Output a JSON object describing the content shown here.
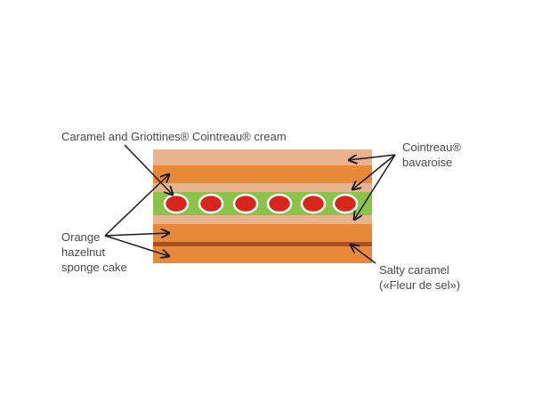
{
  "diagram": {
    "labels": {
      "caramel_cream": "Caramel and Griottines® Cointreau® cream",
      "bavaroise": [
        "Cointreau®",
        "bavaroise"
      ],
      "sponge": [
        "Orange",
        "hazelnut",
        "sponge cake"
      ],
      "salty_caramel": [
        "Salty caramel",
        "(«Fleur de sel»)"
      ]
    },
    "colors": {
      "bavaroise": "#e8b48f",
      "sponge": "#e8893a",
      "cream_layer": "#8bc34a",
      "cherry": "#d9261c",
      "salty_caramel": "#a9501f",
      "text": "#4a4a4a",
      "arrow": "#1a1a1a"
    },
    "cherry_count": 6
  }
}
